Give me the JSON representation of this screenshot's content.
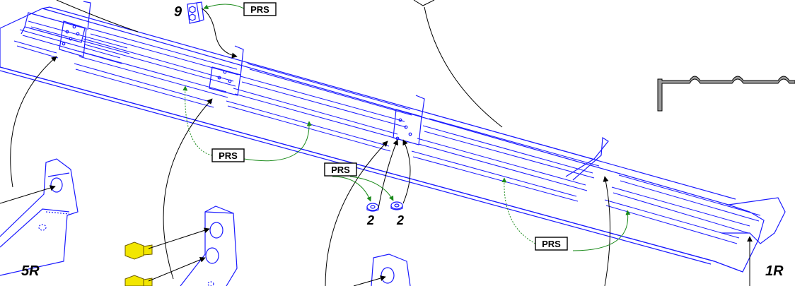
{
  "labels": {
    "part_9": "9",
    "part_2_left": "2",
    "part_2_right": "2",
    "view_5r": "5R",
    "view_1r": "1R",
    "prs_top": "PRS",
    "prs_left": "PRS",
    "prs_center": "PRS",
    "prs_right": "PRS"
  },
  "colors": {
    "part_line": "#1a1aff",
    "leader": "#000000",
    "callout_arrow": "#1a8a1a",
    "bolt_fill": "#f2e600",
    "profile_fill": "#9a9a9a"
  }
}
